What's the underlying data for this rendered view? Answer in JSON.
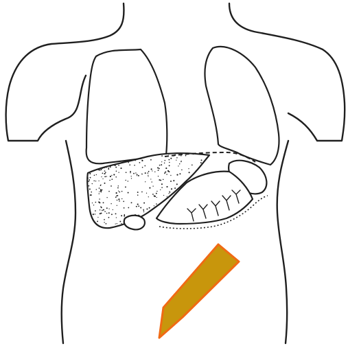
{
  "diagram": {
    "subject": "torso-abdominal-organs",
    "organs": [
      "right-lung",
      "left-lung",
      "liver",
      "stomach",
      "spleen",
      "gallbladder",
      "transverse-colon"
    ],
    "colors": {
      "line": "#1f1f1f",
      "background": "#ffffff",
      "pointer_fill": "#c8960c",
      "pointer_stroke": "#f06a14"
    },
    "pointer_icon": "pencil-pointer"
  }
}
